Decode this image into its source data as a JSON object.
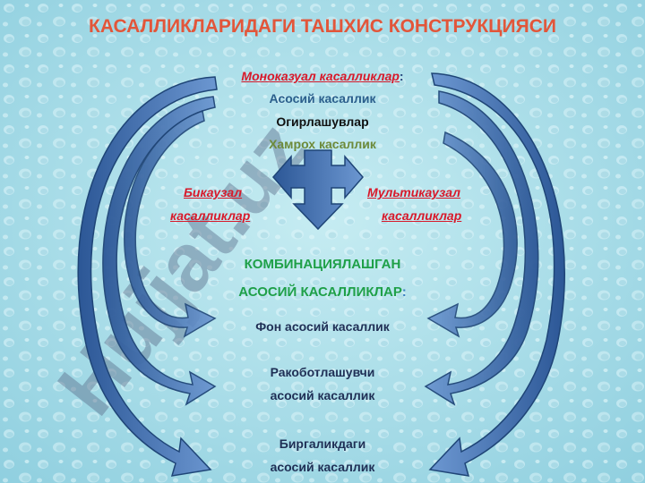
{
  "slide": {
    "title": "КАСАЛЛИКЛАРИДАГИ ТАШХИС КОНСТРУКЦИЯСИ",
    "mono": {
      "label": "Моноказуал   касалликлар",
      "colon": ":"
    },
    "mono_items": [
      "Асосий касаллик",
      "Огирлашувлар",
      "Хамрох касаллик"
    ],
    "bikauzal": [
      "Бикаузал ",
      "касалликлар"
    ],
    "multikauzal": [
      "Мультикаузал",
      "касалликлар"
    ],
    "combined": {
      "line1": "КОМБИНАЦИЯЛАШГАН",
      "line2": "АСОСИЙ КАСАЛЛИКЛАР",
      "colon": ":"
    },
    "combined_items": {
      "fon": "Фон асосий касаллик",
      "rakobat_1": "Ракоботлашувчи",
      "rakobat_2": "асосий касаллик",
      "birga_1": "Биргаликдаги",
      "birga_2": "асосий касаллик"
    },
    "watermark_text": "Hujjat.uz"
  },
  "colors": {
    "background": "#a9dbe6",
    "title": "#e2563a",
    "accent_red": "#d8192a",
    "arrow_blue": "#3d6fb5",
    "green": "#1fa048"
  }
}
